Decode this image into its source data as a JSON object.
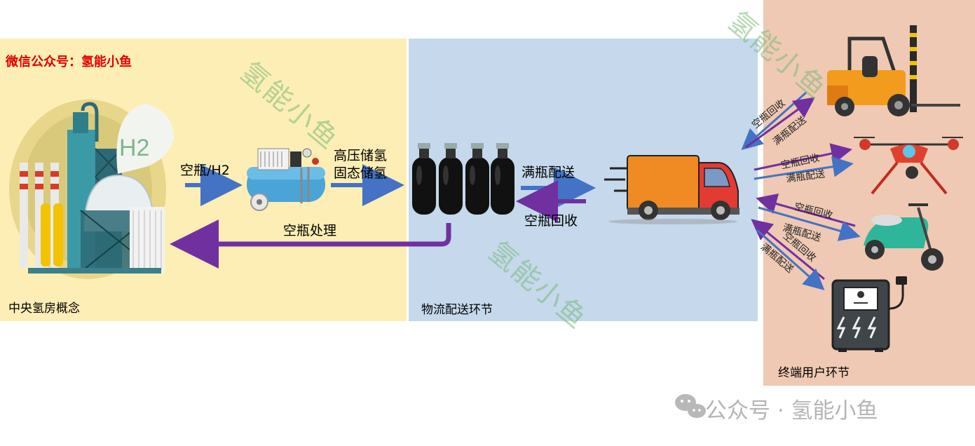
{
  "header_note": "微信公众号：氢能小鱼",
  "watermark_text": "氢能小鱼",
  "sections": {
    "central": "中央氢房概念",
    "logistics": "物流配送环节",
    "end_user": "终端用户环节"
  },
  "flows": {
    "empty_h2": "空瓶/H2",
    "storage_line1": "高压储氢",
    "storage_line2": "固态储氢",
    "full_delivery": "满瓶配送",
    "empty_return": "空瓶回收",
    "empty_processing": "空瓶处理"
  },
  "end_user_flows": {
    "return": "空瓶回收",
    "delivery": "满瓶配送"
  },
  "footer": "公众号 · 氢能小鱼",
  "h2_label": "H2",
  "colors": {
    "central_bg": "#fdeeb5",
    "logistics_bg": "#c5d8ec",
    "end_user_bg": "#efc9b3",
    "blue_arrow": "#4472c4",
    "purple_arrow": "#7030a0",
    "red_text": "#e00000"
  },
  "icons": [
    "hydrogen-plant-icon",
    "compressor-icon",
    "gas-cylinders-icon",
    "truck-icon",
    "forklift-icon",
    "drone-icon",
    "scooter-icon",
    "charger-icon",
    "wechat-icon"
  ]
}
